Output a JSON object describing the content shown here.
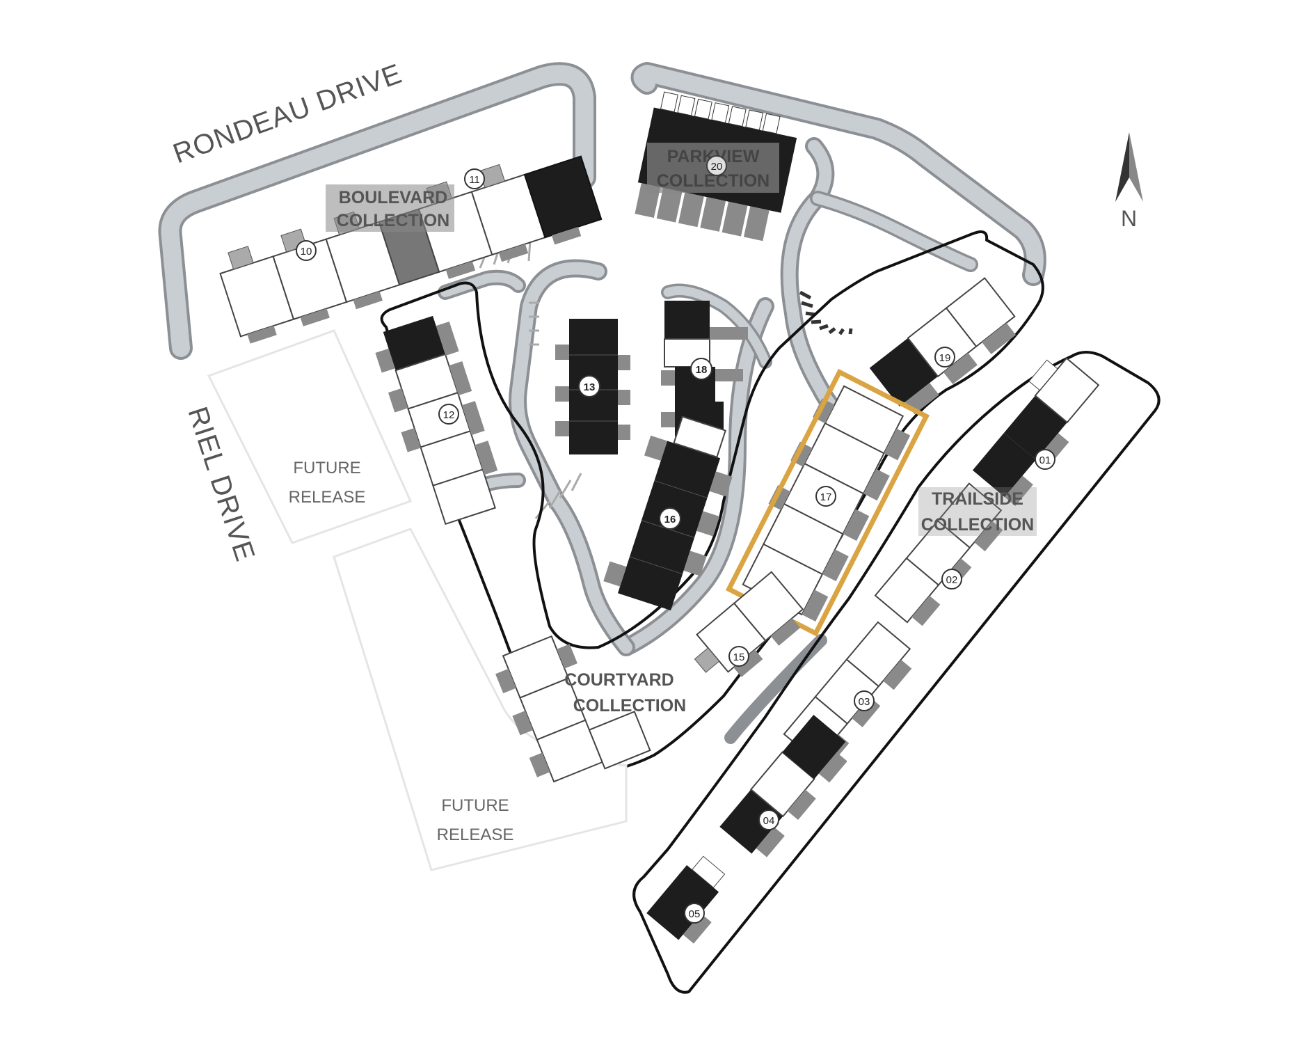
{
  "streets": {
    "rondeau": "RONDEAU DRIVE",
    "riel": "RIEL DRIVE"
  },
  "collections": {
    "boulevard": [
      "BOULEVARD",
      "COLLECTION"
    ],
    "parkview": [
      "PARKVIEW",
      "COLLECTION"
    ],
    "trailside": [
      "TRAILSIDE",
      "COLLECTION"
    ],
    "courtyard": [
      "COURTYARD",
      "COLLECTION"
    ]
  },
  "future_release": [
    "FUTURE",
    "RELEASE"
  ],
  "compass": {
    "label": "N"
  },
  "buildings": [
    "10",
    "11",
    "20",
    "12",
    "13",
    "18",
    "16",
    "19",
    "17",
    "01",
    "02",
    "15",
    "03",
    "04",
    "05"
  ],
  "highlighted_building": "17",
  "colors": {
    "highlight": "#d9a441",
    "road": "#c9ced3",
    "road_edge": "#8c9095",
    "dark_unit": "#1d1d1d",
    "garage": "#8a8a8a",
    "outline": "#111111"
  }
}
